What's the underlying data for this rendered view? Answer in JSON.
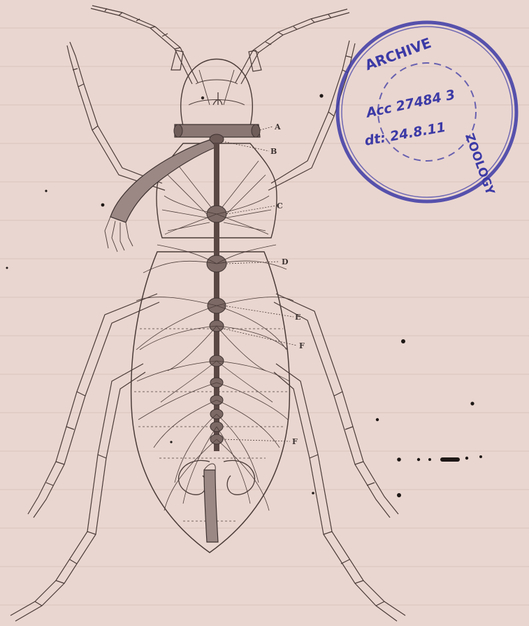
{
  "figure": {
    "labels": [
      {
        "id": "A",
        "text": "A"
      },
      {
        "id": "B",
        "text": "B"
      },
      {
        "id": "C",
        "text": "C"
      },
      {
        "id": "D",
        "text": "D"
      },
      {
        "id": "E",
        "text": "E"
      },
      {
        "id": "F1",
        "text": "F"
      },
      {
        "id": "F2",
        "text": "F"
      }
    ]
  },
  "stamp": {
    "top_text": "ARCHIVE",
    "acc_line": "Acc 27484 3",
    "date_line": "dt: 24.8.11",
    "side_text": "ZOOLOGY"
  },
  "colors": {
    "paper": "#ead6d0",
    "ink": "#4a3b38",
    "nerve_cord": "#6d5a57",
    "stamp": "#3c3aa6"
  }
}
